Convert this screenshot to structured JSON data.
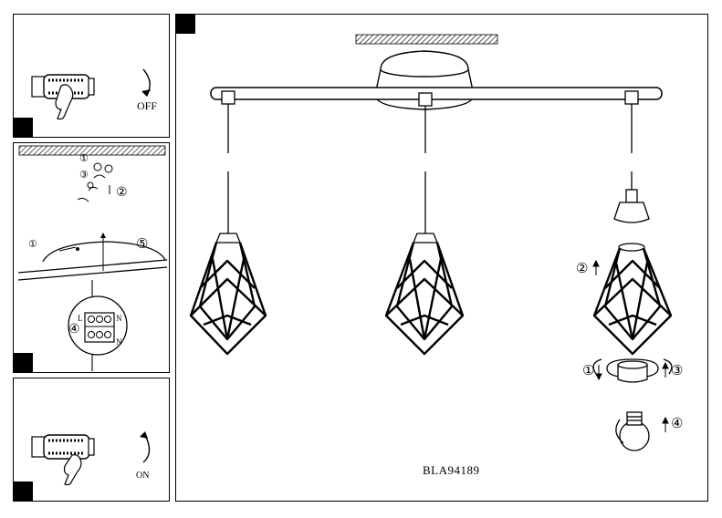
{
  "panel_off": {
    "label": "OFF"
  },
  "panel_on": {
    "label": "ON"
  },
  "panel_mount": {
    "steps": [
      "①",
      "②",
      "③",
      "④",
      "⑤"
    ],
    "terminals": {
      "l": "L",
      "n": "N"
    }
  },
  "main": {
    "model": "BLA94189",
    "steps": {
      "s1": "①",
      "s2": "②",
      "s3": "③",
      "s4": "④"
    }
  }
}
